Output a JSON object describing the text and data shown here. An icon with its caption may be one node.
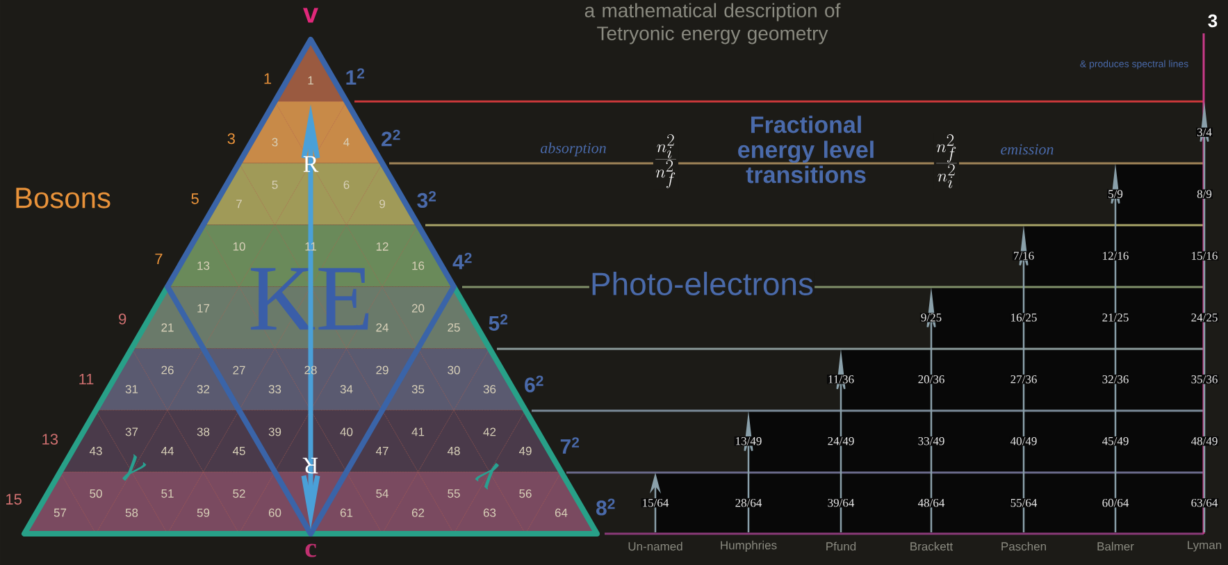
{
  "diagram": {
    "title": "a mathematical description of Tetryonic energy geometry",
    "labels": [
      "v",
      "3",
      "& produces spectral lines",
      "1",
      "3",
      "5",
      "7",
      "9",
      "11",
      "13",
      "15",
      "1$^{2}$",
      "2$^{2}$",
      "3$^{2}$",
      "4$^{2}$",
      "5$^{2}$",
      "6$^{2}$",
      "7$^{2}$",
      "8$^{2}$",
      "Bosons",
      "KE",
      "R",
      "γ",
      "R",
      "γ",
      "1",
      "3",
      "4",
      "5",
      "6",
      "7",
      "9",
      "10",
      "11",
      "12",
      "13",
      "16",
      "17",
      "20",
      "21",
      "24",
      "25",
      "26",
      "27",
      "28",
      "29",
      "30",
      "31",
      "32",
      "33",
      "34",
      "35",
      "36",
      "37",
      "38",
      "39",
      "40",
      "41",
      "42",
      "43",
      "44",
      "45",
      "47",
      "48",
      "49",
      "50",
      "51",
      "52",
      "54",
      "55",
      "56",
      "57",
      "58",
      "59",
      "60",
      "61",
      "62",
      "63",
      "64",
      "absorption",
      "\\frac{n_{i}^{2}}{n_{f}^{2}}",
      "Fractional energy level transitions",
      "\\frac{n_{f}^{2}}{n_{i}^{2}}",
      "emission",
      "Photo-electrons",
      "3/4",
      "5/9",
      "8/9",
      "7/16",
      "12/16",
      "15/16",
      "9/25",
      "16/25",
      "21/25",
      "24/25",
      "11/36",
      "20/36",
      "27/36",
      "32/36",
      "35/36",
      "13/49",
      "24/49",
      "33/49",
      "40/49",
      "45/49",
      "48/49",
      "15/64",
      "28/64",
      "39/64",
      "48/64",
      "55/64",
      "60/64",
      "63/64",
      "c",
      "Un-named",
      "Humphries",
      "Pfund",
      "Brackett",
      "Paschen",
      "Balmer",
      "Lyman"
    ]
  }
}
